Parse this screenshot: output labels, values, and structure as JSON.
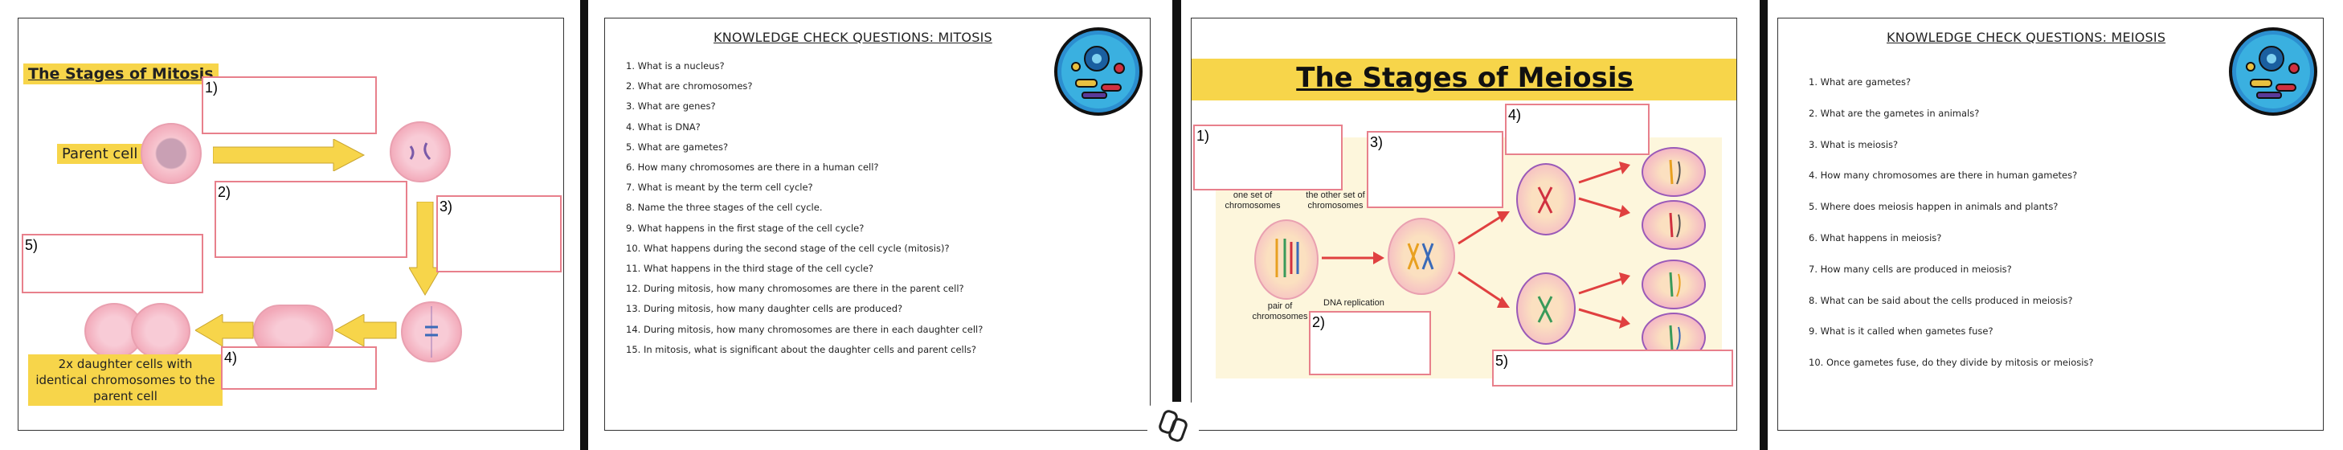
{
  "mitosis_stages": {
    "title": "The Stages of Mitosis",
    "parent_cell_label": "Parent cell",
    "daughter_label": "2x daughter cells with identical chromosomes to the parent cell",
    "placeholders": [
      "1)",
      "2)",
      "3)",
      "4)",
      "5)"
    ]
  },
  "mitosis_questions": {
    "title": "KNOWLEDGE CHECK QUESTIONS: MITOSIS",
    "items": [
      "1.  What is a nucleus?",
      "2.  What are chromosomes?",
      "3.  What are genes?",
      "4.  What is DNA?",
      "5.  What are gametes?",
      "6.  How many chromosomes are there in a human cell?",
      "7.  What is meant by the term cell cycle?",
      "8.  Name the three stages of the cell cycle.",
      "9.  What happens in the first stage of the cell cycle?",
      "10. What happens during the second stage of the cell cycle (mitosis)?",
      "11.  What happens in the third stage of the cell cycle?",
      "12. During mitosis, how many chromosomes are there in the parent cell?",
      "13. During mitosis, how many daughter cells are produced?",
      "14. During mitosis, how many chromosomes are there in each daughter cell?",
      "15. In mitosis, what is significant about the daughter cells and parent cells?"
    ]
  },
  "meiosis_stages": {
    "title": "The Stages of Meiosis",
    "label_one_set": "one set of chromosomes",
    "label_other_set": "the other set of chromosomes",
    "label_pair": "pair of chromosomes",
    "label_dna": "DNA replication",
    "placeholders": [
      "1)",
      "2)",
      "3)",
      "4)",
      "5)"
    ]
  },
  "meiosis_questions": {
    "title": "KNOWLEDGE CHECK QUESTIONS: MEIOSIS",
    "items": [
      "1.  What are gametes?",
      "2.  What are the gametes in animals?",
      "3.  What is meiosis?",
      "4.  How many chromosomes are there in human gametes?",
      "5.  Where does meiosis happen in animals and plants?",
      "6.  What happens in meiosis?",
      "7.  How many cells are produced in meiosis?",
      "8.  What can be said about the cells produced in meiosis?",
      "9.  What is it called when gametes fuse?",
      "10. Once gametes fuse, do they divide by mitosis or meiosis?"
    ]
  },
  "icons": {
    "logo": "cell-logo-icon",
    "copilot": "copilot-icon"
  },
  "colors": {
    "accent_yellow": "#f7d54a",
    "box_border": "#e8808c",
    "cell_pink": "#f4b8c4"
  }
}
